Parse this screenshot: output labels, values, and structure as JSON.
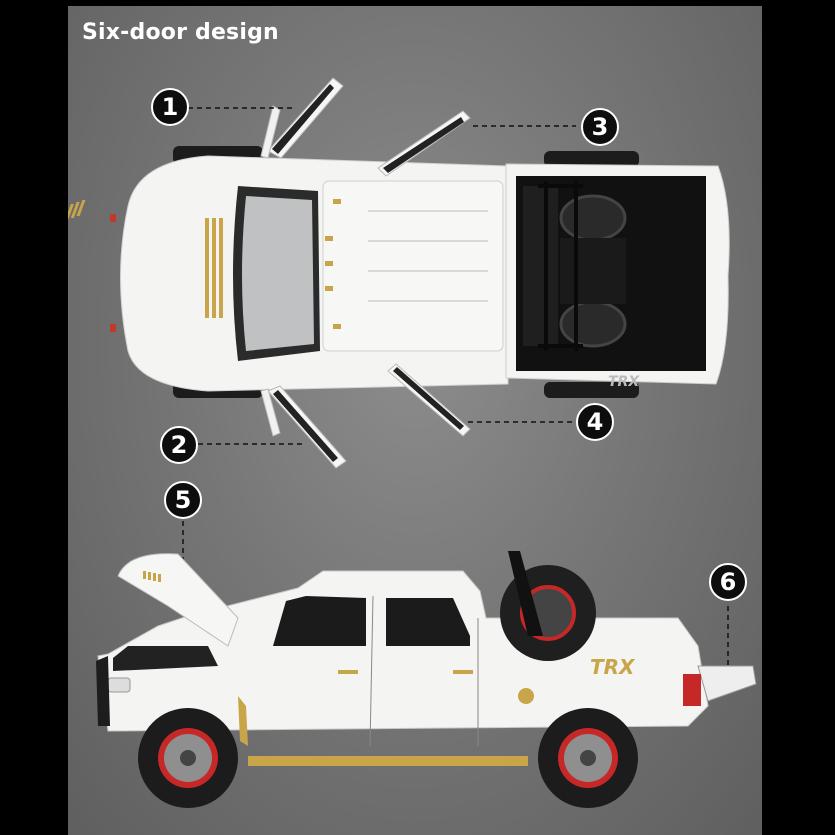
{
  "headline": "Six-door design",
  "callouts": [
    "1",
    "2",
    "3",
    "4",
    "5",
    "6"
  ],
  "truck_badge": "TRX",
  "colors": {
    "background": "#777777",
    "body": "#f4f4f2",
    "accent_gold": "#c9a54a",
    "tire": "#1c1c1c",
    "wheel_rim": "#c62828"
  }
}
